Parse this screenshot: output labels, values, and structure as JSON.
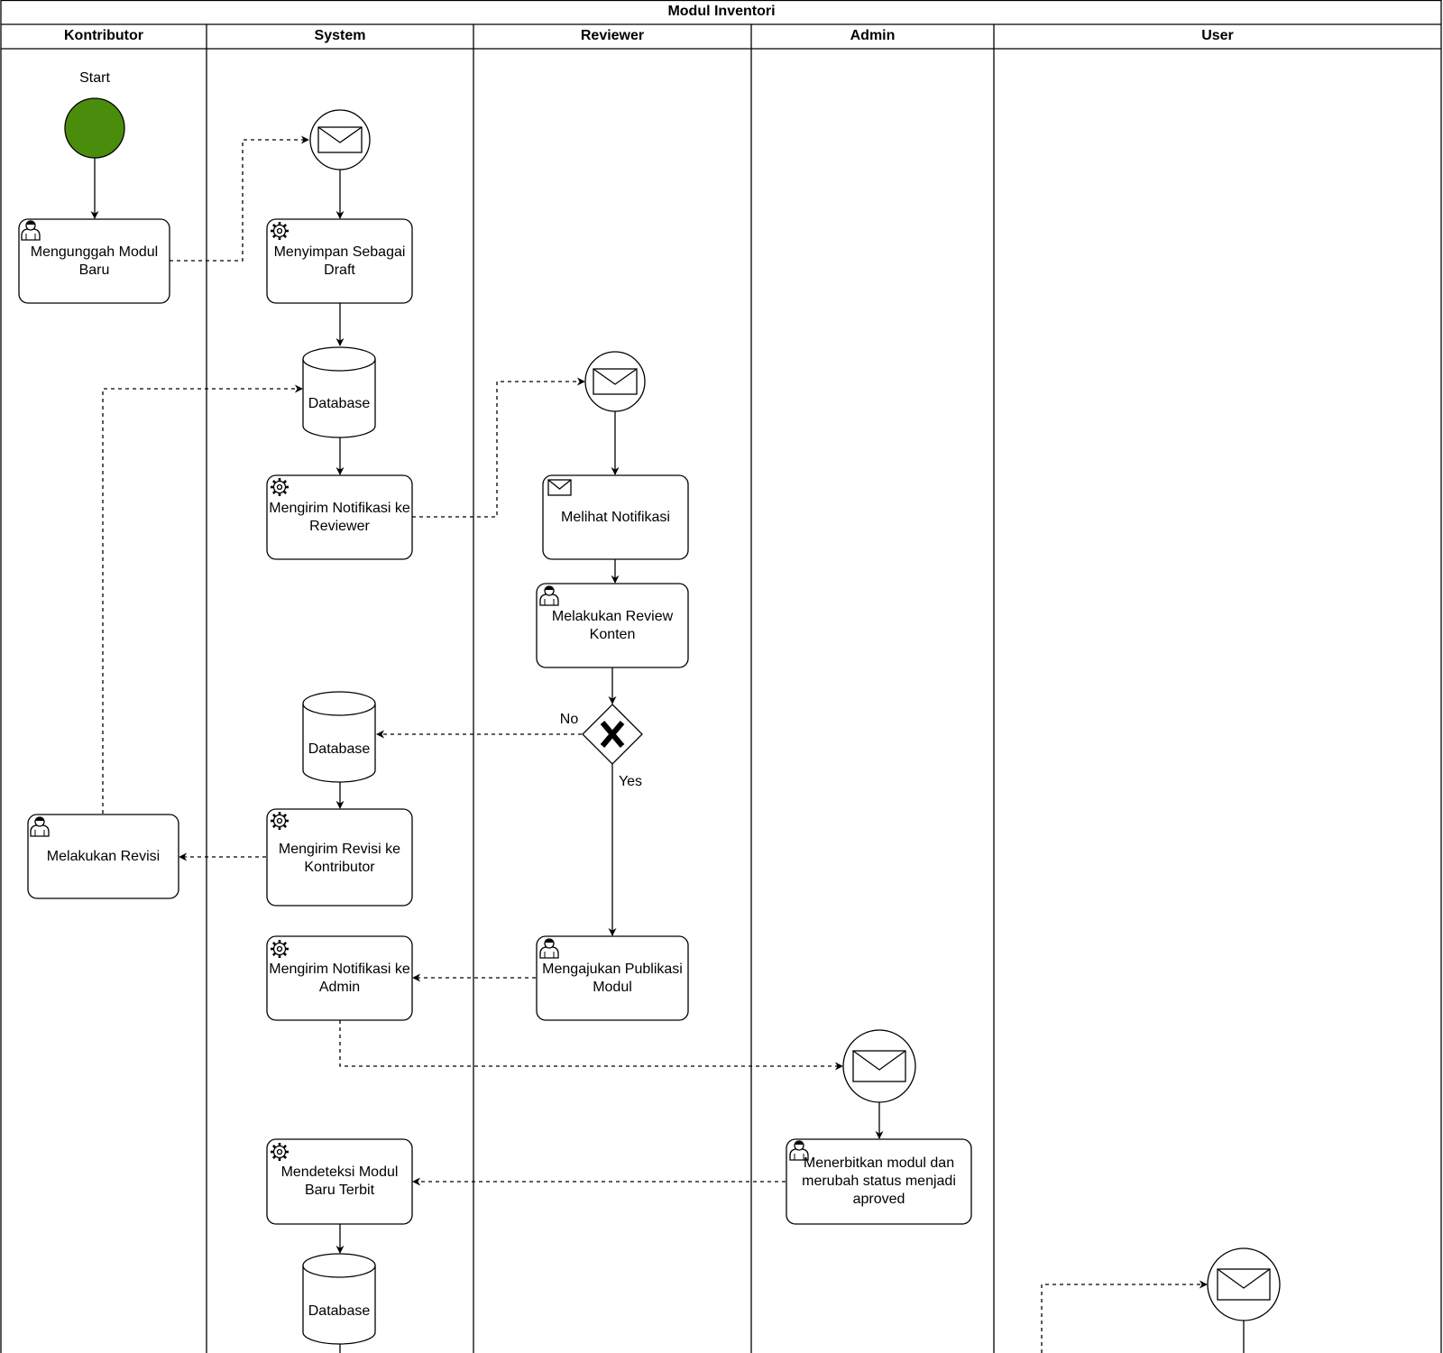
{
  "diagram": {
    "title": "Modul Inventori",
    "lanes": {
      "kontributor": "Kontributor",
      "system": "System",
      "reviewer": "Reviewer",
      "admin": "Admin",
      "user": "User"
    },
    "start_label": "Start",
    "tasks": {
      "mengunggah": "Mengunggah Modul\nBaru",
      "menyimpan": "Menyimpan Sebagai\nDraft",
      "notif_reviewer": "Mengirim Notifikasi ke\nReviewer",
      "melihat_notif": "Melihat Notifikasi",
      "review_konten": "Melakukan Review\nKonten",
      "revisi": "Melakukan Revisi",
      "kirim_revisi": "Mengirim Revisi ke\nKontributor",
      "notif_admin": "Mengirim Notifikasi ke\nAdmin",
      "ajukan_publikasi": "Mengajukan Publikasi\nModul",
      "menerbitkan": "Menerbitkan modul dan\nmerubah status menjadi\naproved",
      "mendeteksi": "Mendeteksi Modul\nBaru Terbit"
    },
    "stores": {
      "db1": "Database",
      "db2": "Database",
      "db3": "Database"
    },
    "gateway": {
      "no_label": "No",
      "yes_label": "Yes"
    },
    "colors": {
      "start_fill": "#4a8c0c",
      "line": "#000000",
      "background": "#ffffff"
    }
  }
}
